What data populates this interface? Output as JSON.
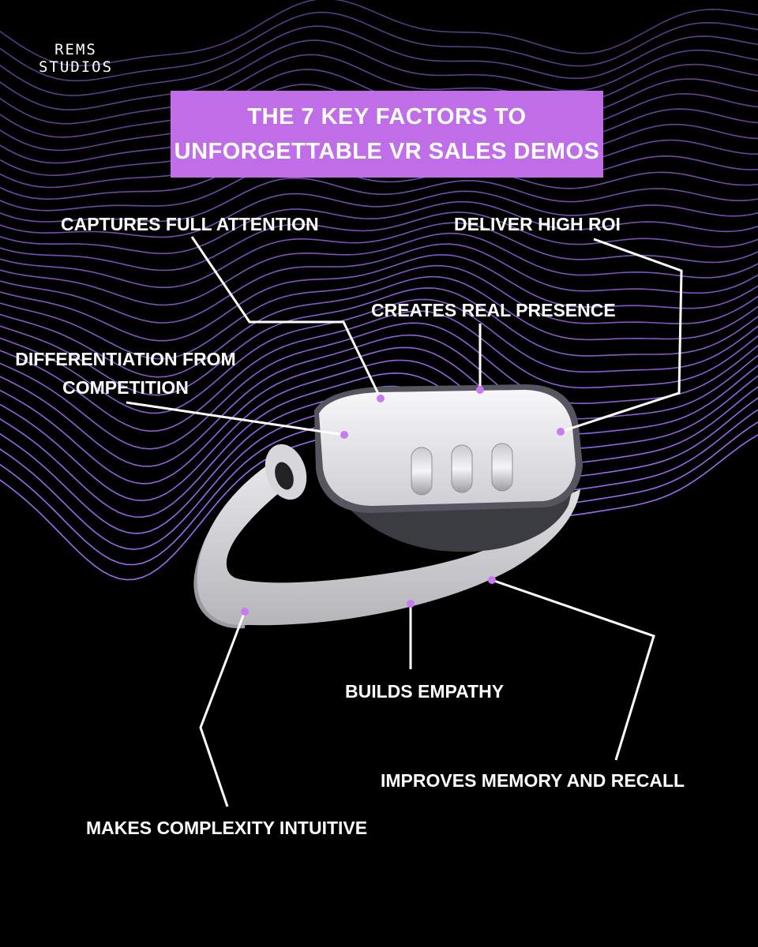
{
  "brand": {
    "logo_line1": "REMS",
    "logo_line2": "STUDIOS"
  },
  "title": {
    "line1": "THE 7 KEY FACTORS TO",
    "line2": "UNFORGETTABLE VR SALES DEMOS"
  },
  "callouts": [
    {
      "id": "captures",
      "text": "CAPTURES FULL ATTENTION"
    },
    {
      "id": "roi",
      "text": "DELIVER HIGH ROI"
    },
    {
      "id": "presence",
      "text": "CREATES REAL PRESENCE"
    },
    {
      "id": "differentiation",
      "text": "DIFFERENTIATION FROM COMPETITION"
    },
    {
      "id": "empathy",
      "text": "BUILDS  EMPATHY"
    },
    {
      "id": "memory",
      "text": "IMPROVES MEMORY AND RECALL"
    },
    {
      "id": "complexity",
      "text": "MAKES COMPLEXITY INTUITIVE"
    }
  ],
  "colors": {
    "background": "#000000",
    "accent": "#c06ee8",
    "wave": "#9b6cf0",
    "text": "#ffffff",
    "dot": "#c97af0",
    "headset_shell": "#e9e9ec"
  },
  "illustration": {
    "subject": "vr-headset",
    "icons": [
      "vr-headset-icon",
      "wave-lines-icon"
    ]
  }
}
